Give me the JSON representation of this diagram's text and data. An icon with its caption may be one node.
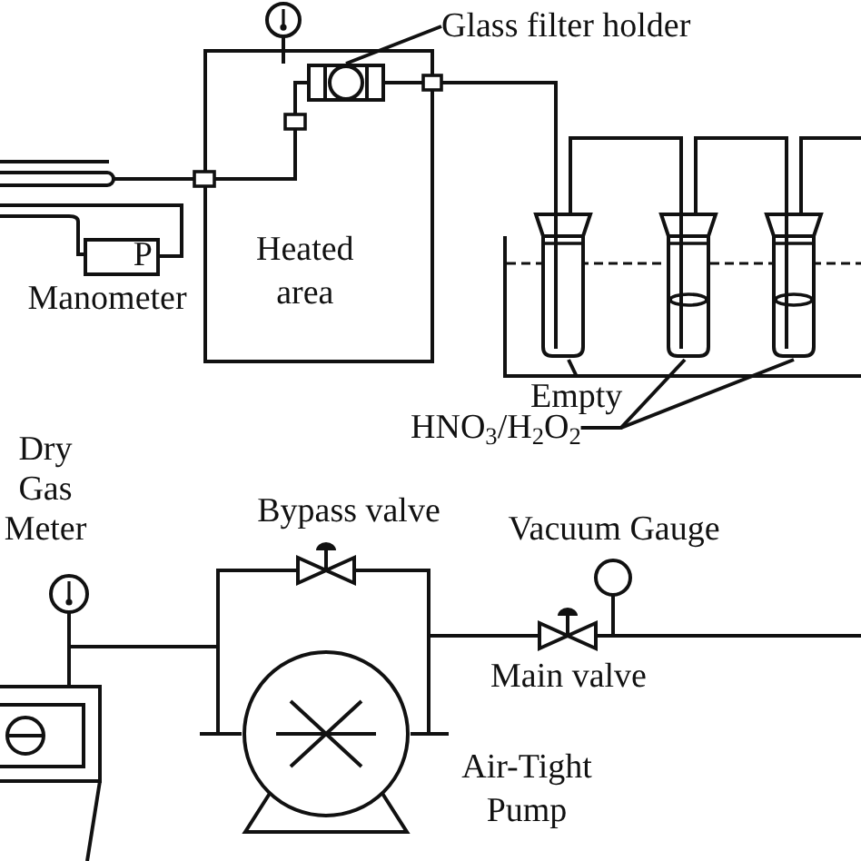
{
  "diagram": {
    "nodes": [
      {
        "text": [
          "Heated area"
        ]
      },
      {
        "text": [],
        "shape": "box",
        "in": 0
      },
      {
        "text": [
          "Glass filter holder"
        ]
      },
      {
        "text": [],
        "shape": "probe"
      },
      {
        "text": [
          "P"
        ],
        "beside": [
          "Manometer"
        ]
      },
      {
        "text": [],
        "shape": "tube"
      },
      {
        "text": [],
        "shape": "tube"
      },
      {
        "text": [],
        "shape": "tube"
      },
      {
        "text": [
          "Empty"
        ]
      },
      {
        "text": [
          "HNO$_{3}$/H$_{2}$O$_{2}$"
        ]
      },
      {
        "text": [],
        "shape": "meter"
      },
      {
        "text": [],
        "shape": "valve",
        "beside": [
          "Bypass valve"
        ]
      },
      {
        "text": [],
        "shape": "circle",
        "beside": [
          "Vacuum Gauge"
        ]
      },
      {
        "text": [],
        "shape": "pump",
        "beside": [
          "Air-Tight Pump"
        ]
      },
      {
        "text": [],
        "shape": "valve",
        "beside": [
          "Main valve"
        ]
      }
    ],
    "edges": [
      {
        "from": 3,
        "to": 1,
        "arrow": "none"
      },
      {
        "from": 4,
        "to": 3,
        "arrow": "none"
      },
      {
        "from": 4,
        "to": 3,
        "arrow": "none"
      },
      {
        "from": 1,
        "to": 5,
        "arrow": "none"
      },
      {
        "from": 5,
        "to": 6,
        "arrow": "none"
      },
      {
        "from": 6,
        "to": 7,
        "arrow": "none"
      },
      {
        "from": 7,
        "to": null,
        "arrow": "none"
      },
      {
        "from": 2,
        "to": 1,
        "arrow": "none"
      },
      {
        "from": 8,
        "to": 5,
        "arrow": "none"
      },
      {
        "from": 9,
        "to": 6,
        "arrow": "none"
      },
      {
        "from": 9,
        "to": 7,
        "arrow": "none"
      },
      {
        "from": 10,
        "to": 11,
        "arrow": "none"
      },
      {
        "from": 10,
        "to": 13,
        "arrow": "none"
      },
      {
        "from": 11,
        "to": 14,
        "arrow": "none"
      },
      {
        "from": 13,
        "to": 14,
        "arrow": "none"
      },
      {
        "from": 14,
        "to": null,
        "arrow": "none"
      }
    ],
    "labels": [
      "Dry Gas Meter"
    ]
  }
}
